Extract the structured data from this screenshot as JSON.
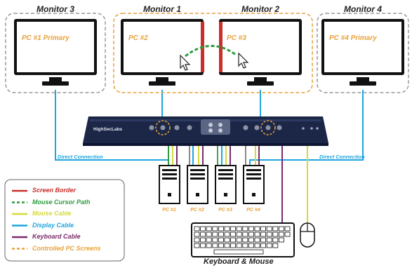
{
  "monitors": [
    {
      "title": "Monitor 3",
      "screen_text": "PC #1 Primary"
    },
    {
      "title": "Monitor 1",
      "screen_text": "PC #2"
    },
    {
      "title": "Monitor 2",
      "screen_text": "PC #3"
    },
    {
      "title": "Monitor 4",
      "screen_text": "PC #4 Primary"
    }
  ],
  "kvm": {
    "brand": "HighSecLabs"
  },
  "connections": {
    "left": "Direct Connection",
    "right": "Direct Connection"
  },
  "computers": [
    "PC #1",
    "PC #2",
    "PC #3",
    "PC #4"
  ],
  "peripherals_label": "Keyboard & Mouse",
  "legend": [
    {
      "label": "Screen Border",
      "color": "#c8302c",
      "style": "solid"
    },
    {
      "label": "Mouse Cursor Path",
      "color": "#2e9c3e",
      "style": "dashed"
    },
    {
      "label": "Mouse Cable",
      "color": "#d4d93a",
      "style": "solid"
    },
    {
      "label": "Display Cable",
      "color": "#1fa6df",
      "style": "solid"
    },
    {
      "label": "Keyboard Cable",
      "color": "#7a2a6a",
      "style": "solid"
    },
    {
      "label": "Controlled PC Screens",
      "color": "#e8a23a",
      "style": "dashed"
    }
  ]
}
